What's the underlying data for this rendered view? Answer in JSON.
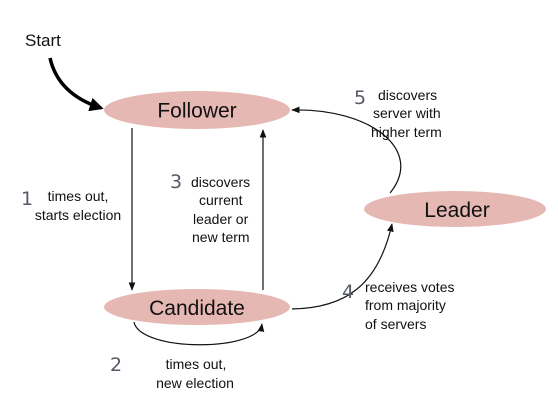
{
  "diagram": {
    "start_label": "Start",
    "node_color": "#e6b8b3",
    "states": {
      "follower": "Follower",
      "candidate": "Candidate",
      "leader": "Leader"
    },
    "transitions": {
      "t1": {
        "number": "1",
        "lines": [
          "times out,",
          "starts election"
        ]
      },
      "t2": {
        "number": "2",
        "lines": [
          "times out,",
          "new election"
        ]
      },
      "t3": {
        "number": "3",
        "lines": [
          "discovers",
          "current",
          "leader or",
          "new term"
        ]
      },
      "t4": {
        "number": "4",
        "lines": [
          "receives votes",
          "from majority",
          "of servers"
        ]
      },
      "t5": {
        "number": "5",
        "lines": [
          "discovers",
          "server with",
          "higher term"
        ]
      }
    }
  }
}
